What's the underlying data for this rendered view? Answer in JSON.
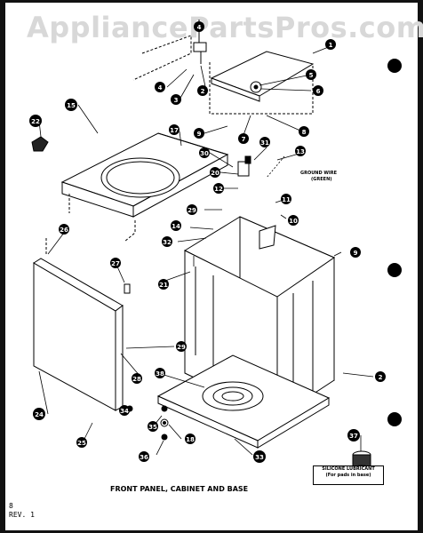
{
  "watermark": "AppliancePartsPros.com",
  "caption": "FRONT PANEL, CABINET AND BASE",
  "page_number": "8",
  "revision": "REV. 1",
  "ground_wire": {
    "line1": "GROUND WIRE",
    "line2": "(GREEN)"
  },
  "lubricant": {
    "line1": "SILICONE LUBRICANT",
    "line2": "(For pads in base)"
  },
  "callouts": [
    "1",
    "5",
    "6",
    "8",
    "7",
    "9",
    "4",
    "3",
    "2",
    "4",
    "15",
    "22",
    "17",
    "30",
    "31",
    "13",
    "20",
    "12",
    "11",
    "29",
    "10",
    "14",
    "32",
    "9",
    "26",
    "27",
    "21",
    "29",
    "28",
    "38",
    "2",
    "34",
    "35",
    "18",
    "36",
    "25",
    "24",
    "33",
    "37"
  ],
  "colors": {
    "ink": "#000000",
    "paper": "#ffffff",
    "watermark": "#d8d8d8"
  }
}
